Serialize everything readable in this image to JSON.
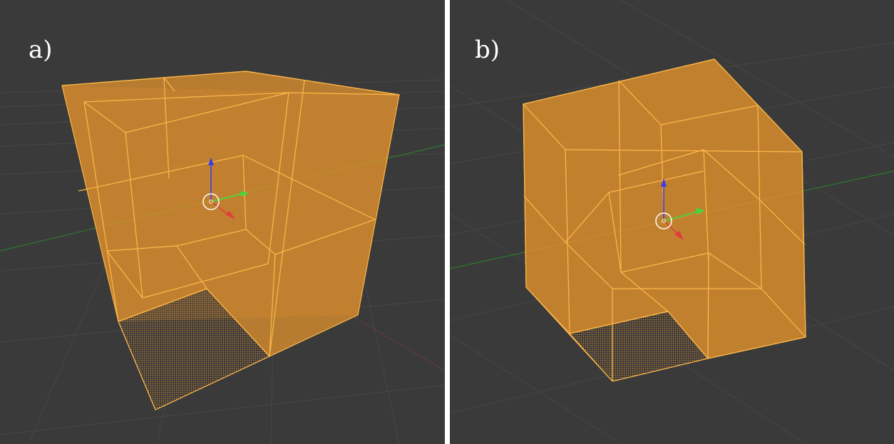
{
  "panels": [
    {
      "id": "a",
      "label": "a)"
    },
    {
      "id": "b",
      "label": "b)"
    }
  ],
  "colors": {
    "viewport_bg": "#3a3a3a",
    "grid": "#474747",
    "cube_fill": "#e8952c",
    "cube_edge": "#ffb84a",
    "axis_x": "#e23b3b",
    "axis_y": "#3ddc3d",
    "axis_z": "#3b3bea",
    "world_x_line": "#6a3a3a",
    "world_y_line": "#2d7a2d"
  },
  "icons": [
    "object-origin-icon",
    "transform-gizmo-icon"
  ]
}
